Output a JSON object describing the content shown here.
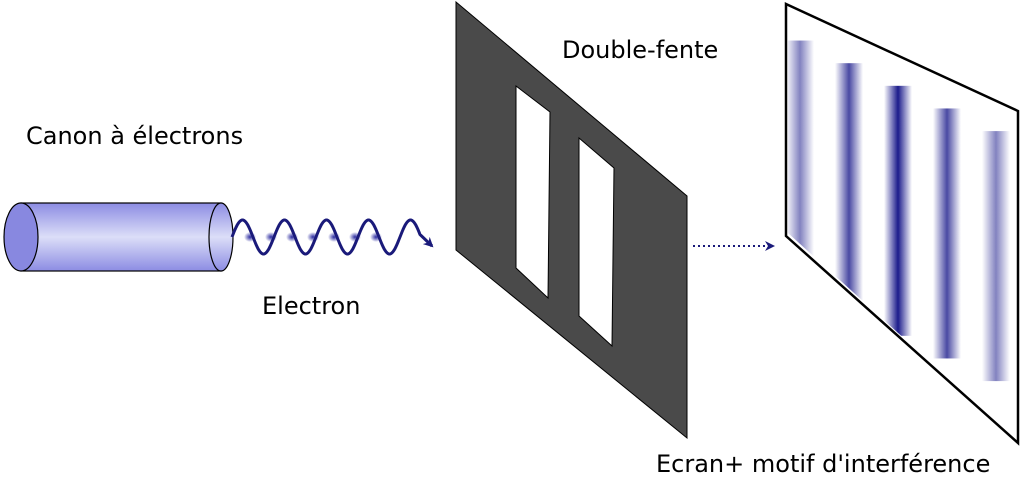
{
  "labels": {
    "gun": "Canon à électrons",
    "electron": "Electron",
    "slits": "Double-fente",
    "screen": "Ecran+ motif d'interférence"
  },
  "colors": {
    "gun_light": "#d6d8f7",
    "gun_mid": "#8f8fe6",
    "gun_cap": "#8888e0",
    "wave": "#1a1a7a",
    "electron_dot": "#2a2aa0",
    "slit_panel": "#4a4a4a",
    "slit_window": "#ffffff",
    "fringe": "#1c1c8c",
    "outline": "#000000"
  },
  "icons": {
    "gun": "cylinder-electron-gun",
    "wave": "sine-wave-arrow",
    "slits": "double-slit-panel",
    "path": "dotted-arrow",
    "screen": "interference-screen"
  },
  "fringes": {
    "count": 5,
    "relative_intensity": [
      0.55,
      0.8,
      1.0,
      0.8,
      0.55
    ]
  }
}
